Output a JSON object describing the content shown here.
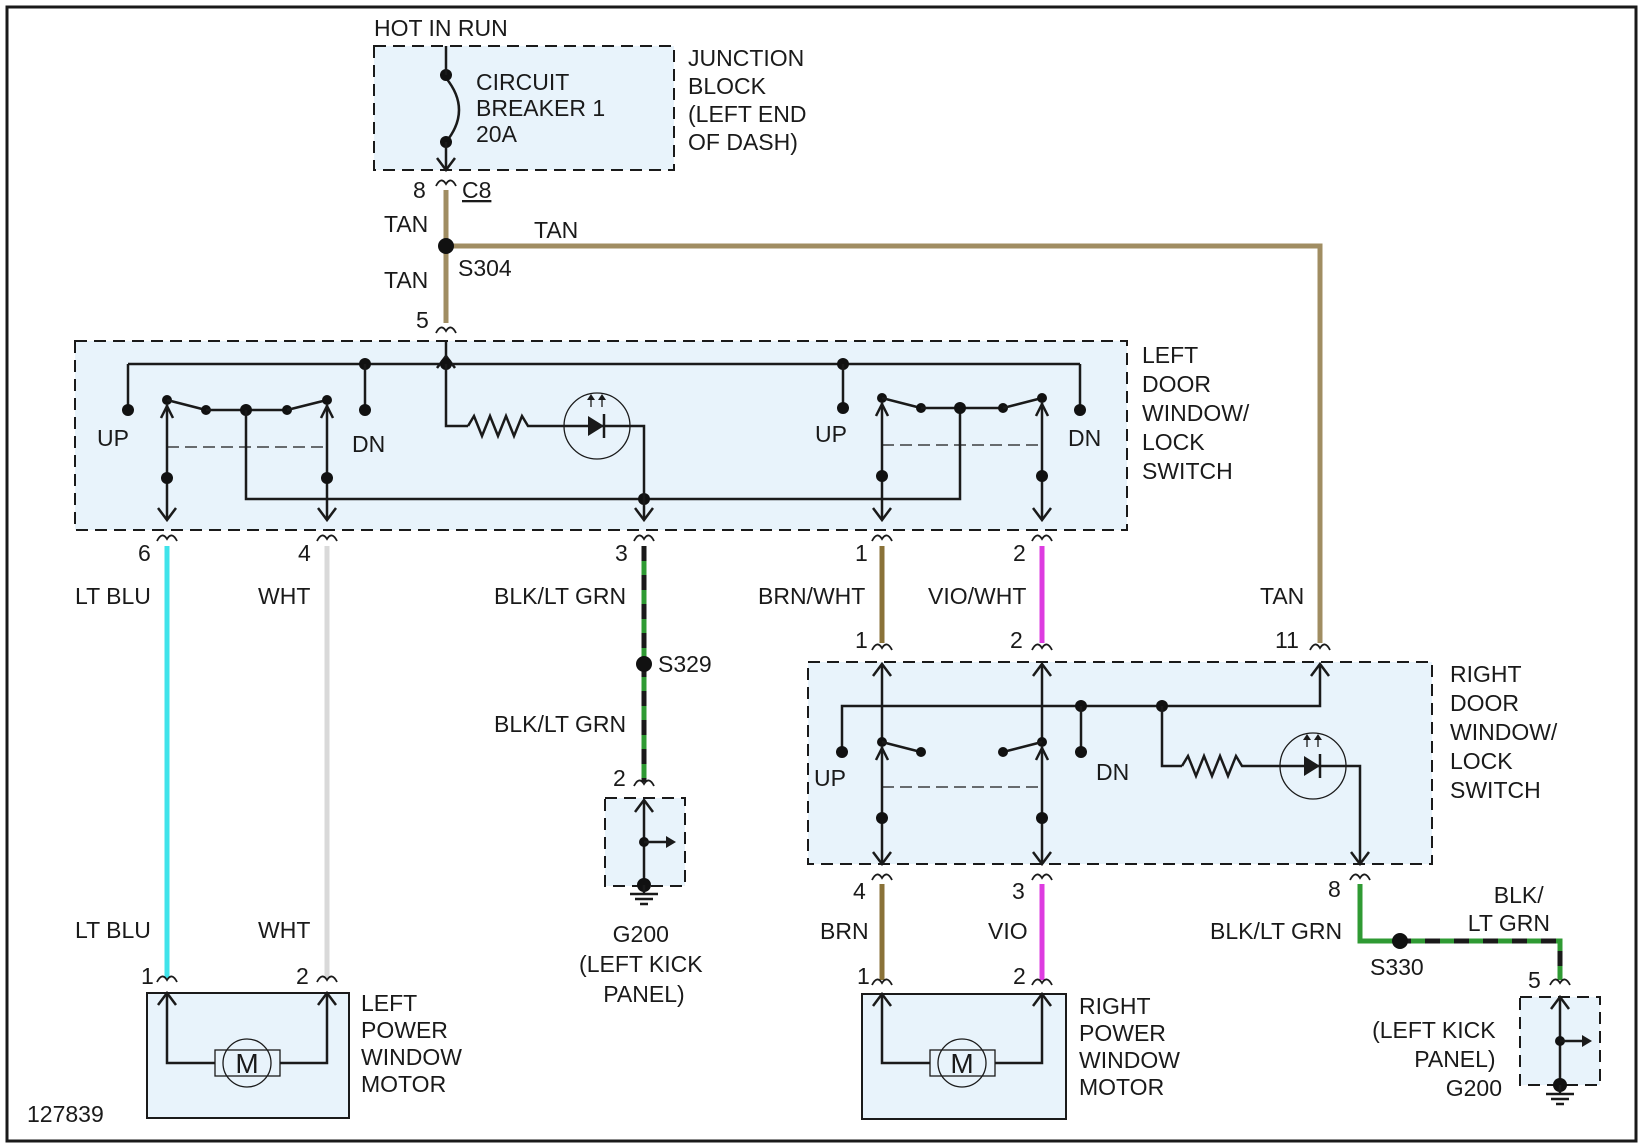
{
  "diagram_id": "127839",
  "top": {
    "hot_label": "HOT IN RUN",
    "breaker": [
      "CIRCUIT",
      "BREAKER 1",
      "20A"
    ],
    "junction_block": [
      "JUNCTION",
      "BLOCK",
      "(LEFT END",
      "OF DASH)"
    ],
    "pin": "8",
    "connector": "C8",
    "splice": "S304",
    "wire_upper": "TAN",
    "wire_lower": "TAN",
    "wire_right": "TAN"
  },
  "left_switch": {
    "name": [
      "LEFT",
      "DOOR",
      "WINDOW/",
      "LOCK",
      "SWITCH"
    ],
    "input_pin": "5",
    "up_left": "UP",
    "dn_left": "DN",
    "up_right": "UP",
    "dn_right": "DN",
    "pins": [
      "6",
      "4",
      "3",
      "1",
      "2"
    ]
  },
  "left_wires": {
    "lt_blu_top": "LT BLU",
    "wht_top": "WHT",
    "blk_lt_grn_top": "BLK/LT GRN",
    "brn_wht": "BRN/WHT",
    "vio_wht": "VIO/WHT",
    "tan": "TAN",
    "lt_blu_bottom": "LT BLU",
    "wht_bottom": "WHT",
    "blk_lt_grn_mid": "BLK/LT GRN",
    "splice_s329": "S329"
  },
  "ground_left": {
    "pin": "2",
    "name": [
      "G200",
      "(LEFT KICK",
      "PANEL)"
    ]
  },
  "left_motor": {
    "pins": [
      "1",
      "2"
    ],
    "symbol": "M",
    "name": [
      "LEFT",
      "POWER",
      "WINDOW",
      "MOTOR"
    ]
  },
  "right_switch": {
    "name": [
      "RIGHT",
      "DOOR",
      "WINDOW/",
      "LOCK",
      "SWITCH"
    ],
    "top_pins": [
      "1",
      "2",
      "11"
    ],
    "up": "UP",
    "dn": "DN",
    "bottom_pins": [
      "4",
      "3",
      "8"
    ]
  },
  "right_wires": {
    "brn": "BRN",
    "vio": "VIO",
    "blk_lt_grn": "BLK/LT GRN",
    "blk_lt_grn_2": [
      "BLK/",
      "LT GRN"
    ],
    "splice_s330": "S330"
  },
  "right_motor": {
    "pins": [
      "1",
      "2"
    ],
    "symbol": "M",
    "name": [
      "RIGHT",
      "POWER",
      "WINDOW",
      "MOTOR"
    ]
  },
  "ground_right": {
    "pin": "5",
    "name": [
      "(LEFT KICK",
      "PANEL)",
      "G200"
    ]
  },
  "colors": {
    "tan": "#a08d62",
    "lt_blu": "#3fe3ea",
    "wht": "#d9d9d9",
    "brn": "#8a7238",
    "vio": "#dd3ce0",
    "blk_lt_grn": "#2f9a33",
    "component_fill": "#e8f3fb"
  }
}
